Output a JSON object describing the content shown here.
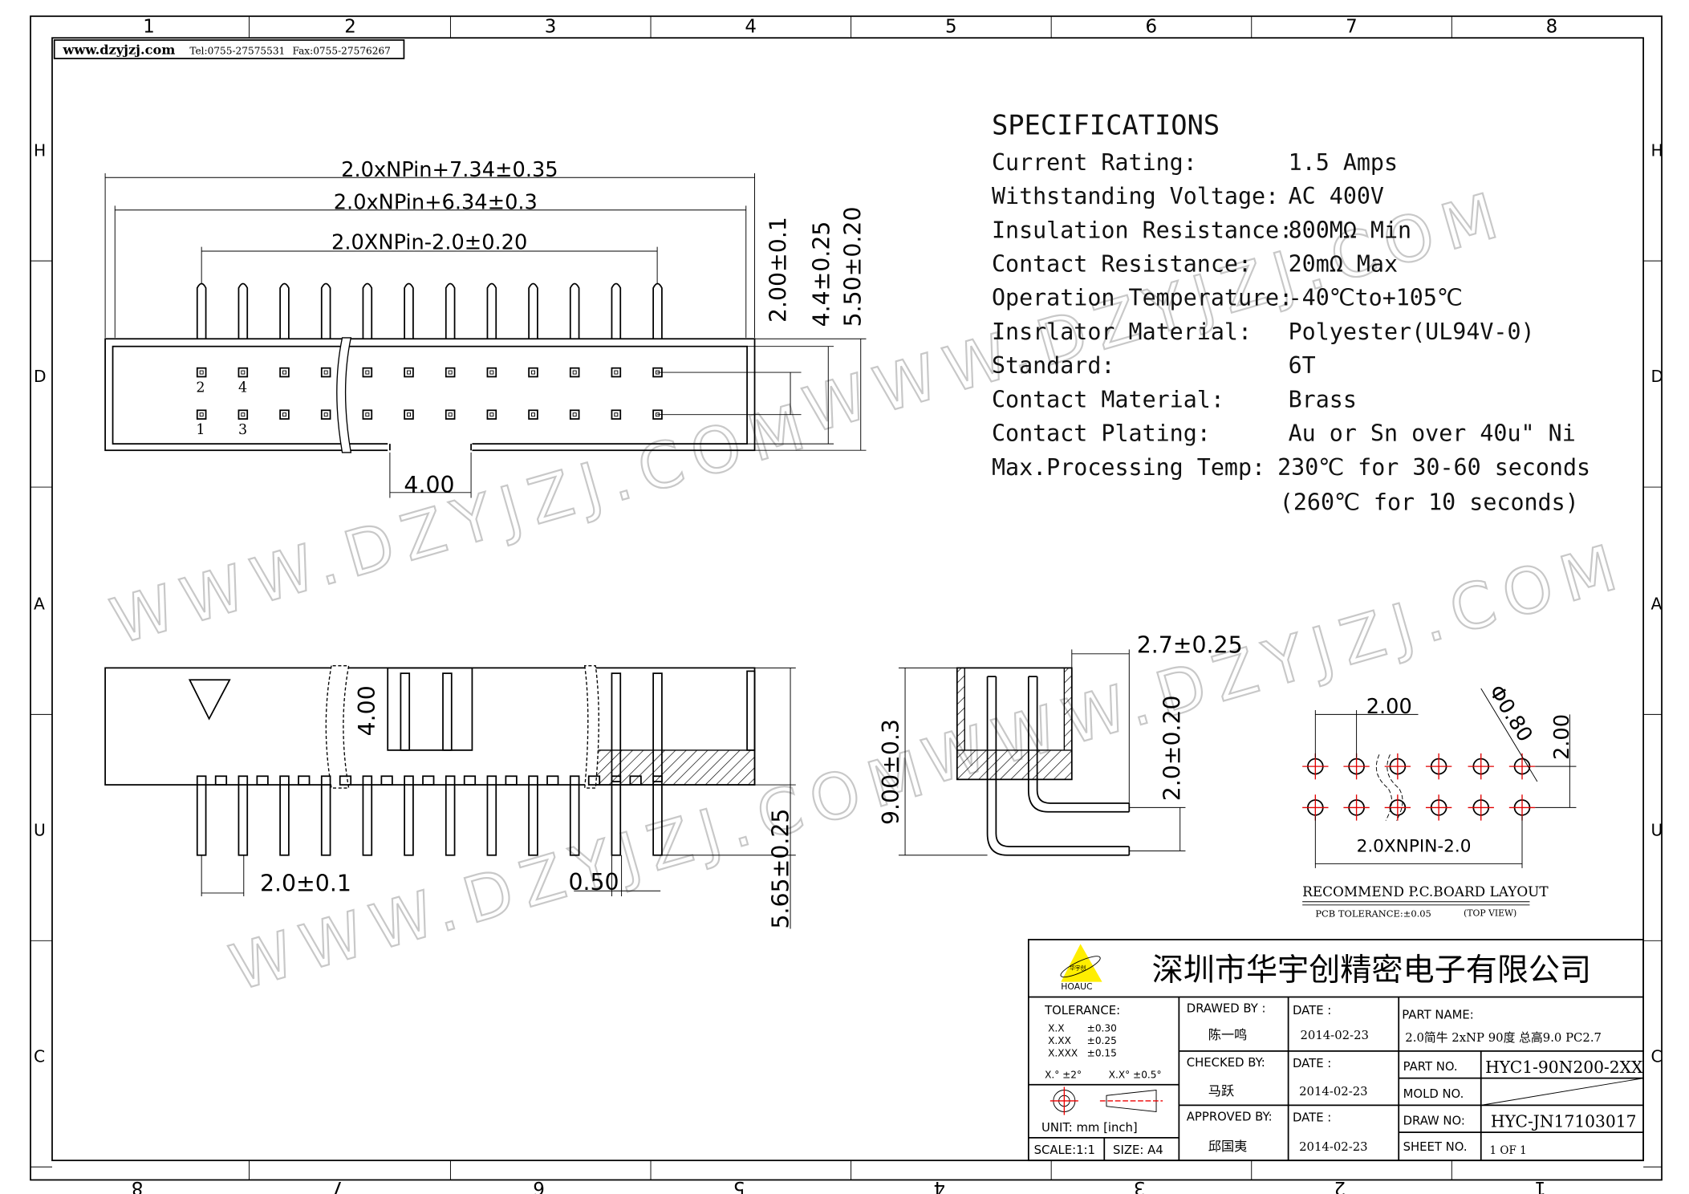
{
  "header": {
    "website": "www.dzyjzj.com",
    "tel": "Tel:0755-27575531",
    "fax": "Fax:0755-27576267"
  },
  "ruler": {
    "top": [
      "1",
      "2",
      "3",
      "4",
      "5",
      "6",
      "7",
      "8"
    ],
    "bottom": [
      "8",
      "7",
      "6",
      "5",
      "4",
      "3",
      "2",
      "1"
    ],
    "side": [
      "H",
      "D",
      "A",
      "U",
      "C"
    ]
  },
  "watermark": "WWW.DZYJZJ.COM",
  "specifications": {
    "title": "SPECIFICATIONS",
    "rows": [
      {
        "label": "Current Rating:",
        "value": "1.5 Amps"
      },
      {
        "label": "Withstanding Voltage:",
        "value": "AC  400V"
      },
      {
        "label": "Insulation Resistance:",
        "value": "800MΩ  Min"
      },
      {
        "label": "Contact Resistance:",
        "value": "20mΩ Max"
      },
      {
        "label": "Operation Temperature:",
        "value": "-40℃to+105℃"
      },
      {
        "label": "Insrlator Material:",
        "value": "Polyester(UL94V-0)"
      },
      {
        "label": "Standard:",
        "value": "6T"
      },
      {
        "label": "Contact Material:",
        "value": "Brass"
      },
      {
        "label": "Contact Plating:",
        "value": "Au or Sn over 40u\" Ni"
      },
      {
        "label": "Max.Processing Temp:",
        "value": "230℃ for 30-60 seconds"
      }
    ],
    "extra": "(260℃ for 10 seconds)"
  },
  "top_view": {
    "dim_overall": "2.0xNPin+7.34±0.35",
    "dim_inner": "2.0xNPin+6.34±0.3",
    "dim_pins": "2.0XNPin-2.0±0.20",
    "dim_v1": "2.00±0.1",
    "dim_v2": "4.4±0.25",
    "dim_v3": "5.50±0.20",
    "dim_key": "4.00",
    "pin_labels": [
      "2",
      "4",
      "1",
      "3"
    ]
  },
  "side_view": {
    "dim_height": "4.00",
    "dim_pitch": "2.0±0.1",
    "dim_pin": "0.50",
    "dim_tail": "5.65±0.25"
  },
  "right_view": {
    "dim_width": "2.7±0.25",
    "dim_height": "9.00±0.3",
    "dim_row": "2.0±0.20"
  },
  "pcb_layout": {
    "dim_pitch": "2.00",
    "dim_hole": "Φ0.80",
    "dim_row": "2.00",
    "dim_span": "2.0XNPIN-2.0",
    "title": "RECOMMEND P.C.BOARD LAYOUT",
    "tolerance": "PCB TOLERANCE:±0.05",
    "view": "(TOP VIEW)"
  },
  "title_block": {
    "logo_text": "HOAUC",
    "logo_cn": "华宇创",
    "company": "深圳市华宇创精密电子有限公司",
    "tolerance_label": "TOLERANCE:",
    "tolerances": [
      [
        "X.X",
        "±0.30"
      ],
      [
        "X.XX",
        "±0.25"
      ],
      [
        "X.XXX",
        "±0.15"
      ]
    ],
    "angle_tol": [
      "X.° ±2°",
      "X.X° ±0.5°"
    ],
    "unit": "UNIT:  mm  [inch]",
    "scale": "SCALE:1:1",
    "size": "SIZE:  A4",
    "drawed_by_label": "DRAWED BY :",
    "drawed_by": "陈一鸣",
    "checked_by_label": "CHECKED BY:",
    "checked_by": "马跃",
    "approved_by_label": "APPROVED BY:",
    "approved_by": "邱国夷",
    "date_label": "DATE :",
    "dates": [
      "2014-02-23",
      "2014-02-23",
      "2014-02-23"
    ],
    "part_name_label": "PART NAME:",
    "part_name": "2.0简牛 2xNP 90度 总高9.0 PC2.7",
    "part_no_label": "PART NO.",
    "part_no": "HYC1-90N200-2XX",
    "mold_no_label": "MOLD NO.",
    "draw_no_label": "DRAW NO:",
    "draw_no": "HYC-JN17103017",
    "sheet_no_label": "SHEET NO.",
    "sheet_no": "1 OF 1"
  },
  "colors": {
    "center_line": "#e00000",
    "logo": "#ffee00"
  }
}
